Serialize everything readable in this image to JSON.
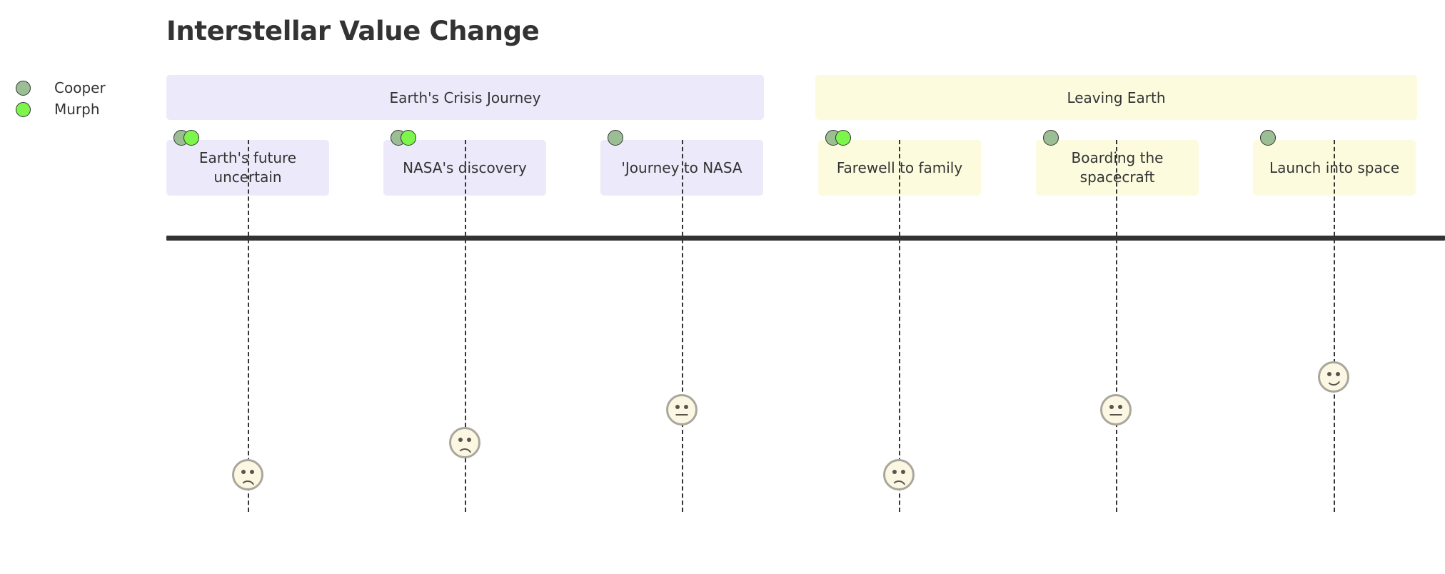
{
  "header": {
    "title": "Interstellar Value Change"
  },
  "legend": {
    "items": [
      {
        "name": "Cooper",
        "color": "#9CBE95"
      },
      {
        "name": "Murph",
        "color": "#7CF64A"
      }
    ]
  },
  "sections": [
    {
      "label": "Earth's Crisis Journey",
      "color": "#ECEAFA"
    },
    {
      "label": "Leaving Earth",
      "color": "#FCFBDE"
    }
  ],
  "chart_data": {
    "type": "line",
    "title": "Interstellar Value Change",
    "xlabel": "",
    "ylabel": "",
    "grid": false,
    "legend_position": "left",
    "series": [
      {
        "name": "Cooper",
        "color": "#9CBE95"
      },
      {
        "name": "Murph",
        "color": "#7CF64A"
      }
    ],
    "sections": [
      {
        "label": "Earth's Crisis Journey",
        "color": "#ECEAFA",
        "events": [
          0,
          1,
          2
        ]
      },
      {
        "label": "Leaving Earth",
        "color": "#FCFBDE",
        "events": [
          3,
          4,
          5
        ]
      }
    ],
    "categories": [
      "Earth's future uncertain",
      "NASA's discovery",
      "'Journey to NASA",
      "Farewell to family",
      "Boarding the spacecraft",
      "Launch into space"
    ],
    "events": [
      {
        "label": "Earth's future uncertain",
        "section": "Earth's Crisis Journey",
        "personas": [
          "Cooper",
          "Murph"
        ],
        "sentiment": "sad",
        "value": -2
      },
      {
        "label": "NASA's discovery",
        "section": "Earth's Crisis Journey",
        "personas": [
          "Cooper",
          "Murph"
        ],
        "sentiment": "sad",
        "value": -1
      },
      {
        "label": "'Journey to NASA",
        "section": "Earth's Crisis Journey",
        "personas": [
          "Cooper"
        ],
        "sentiment": "neutral",
        "value": 0
      },
      {
        "label": "Farewell to family",
        "section": "Leaving Earth",
        "personas": [
          "Cooper",
          "Murph"
        ],
        "sentiment": "sad",
        "value": -2
      },
      {
        "label": "Boarding the spacecraft",
        "section": "Leaving Earth",
        "personas": [
          "Cooper"
        ],
        "sentiment": "neutral",
        "value": 0
      },
      {
        "label": "Launch into space",
        "section": "Leaving Earth",
        "personas": [
          "Cooper"
        ],
        "sentiment": "happy",
        "value": 1
      }
    ],
    "sentiment_scale": {
      "happy": 1,
      "neutral": 0,
      "sad": -1,
      "very_sad": -2
    }
  }
}
